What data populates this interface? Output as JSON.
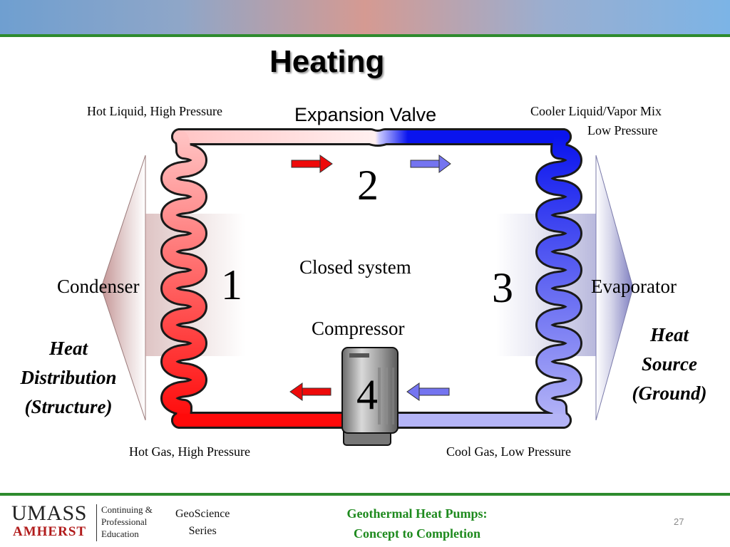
{
  "slide": {
    "title": "Heating",
    "page_number": "27"
  },
  "labels": {
    "expansion_valve": "Expansion Valve",
    "hot_liquid": "Hot Liquid, High Pressure",
    "cooler_mix_line1": "Cooler Liquid/Vapor Mix",
    "cooler_mix_line2": "Low Pressure",
    "closed_system": "Closed system",
    "compressor": "Compressor",
    "condenser": "Condenser",
    "evaporator": "Evaporator",
    "hot_gas": "Hot Gas, High Pressure",
    "cool_gas": "Cool Gas, Low Pressure",
    "stage_1": "1",
    "stage_2": "2",
    "stage_3": "3",
    "stage_4": "4"
  },
  "heat_distribution": {
    "line1": "Heat",
    "line2": "Distribution",
    "line3": "(Structure)"
  },
  "heat_source": {
    "line1": "Heat",
    "line2": "Source",
    "line3": "(Ground)"
  },
  "footer": {
    "umass": "UMASS",
    "amherst": "AMHERST",
    "cpe_line1": "Continuing &",
    "cpe_line2": "Professional",
    "cpe_line3": "Education",
    "series_line1": "GeoScience",
    "series_line2": "Series",
    "title_line1": "Geothermal Heat Pumps:",
    "title_line2": "Concept to Completion"
  },
  "colors": {
    "hot": "#ff0a0a",
    "hot_light": "#ffc2c2",
    "cold": "#0a14ee",
    "cold_light": "#b4b4f6",
    "accent_green": "#2e8b2e",
    "footer_title": "#1e8a1e",
    "amherst_red": "#b11b1b"
  }
}
